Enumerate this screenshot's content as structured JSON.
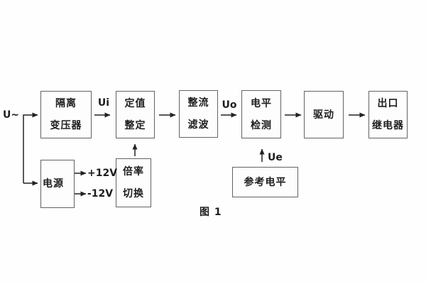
{
  "diagram": {
    "caption": "图 1",
    "input_label": "U~",
    "signal_labels": {
      "ui": "Ui",
      "uo": "Uo",
      "ue": "Ue"
    },
    "power_outputs": {
      "positive": "+12V",
      "negative": "-12V"
    },
    "blocks": {
      "isolation_transformer": {
        "line1": "隔离",
        "line2": "变压器"
      },
      "setpoint_adjust": {
        "line1": "定值",
        "line2": "整定"
      },
      "rectify_filter": {
        "line1": "整流",
        "line2": "滤波"
      },
      "level_detect": {
        "line1": "电平",
        "line2": "检测"
      },
      "drive": {
        "label": "驱动"
      },
      "output_relay": {
        "line1": "出口",
        "line2": "继电器"
      },
      "power_supply": {
        "label": "电源"
      },
      "ratio_switch": {
        "line1": "倍率",
        "line2": "切换"
      },
      "reference_level": {
        "label": "参考电平"
      }
    },
    "colors": {
      "background": "#fefefe",
      "box_border": "#636363",
      "wire": "#222222",
      "text": "#1d1d1d"
    }
  }
}
